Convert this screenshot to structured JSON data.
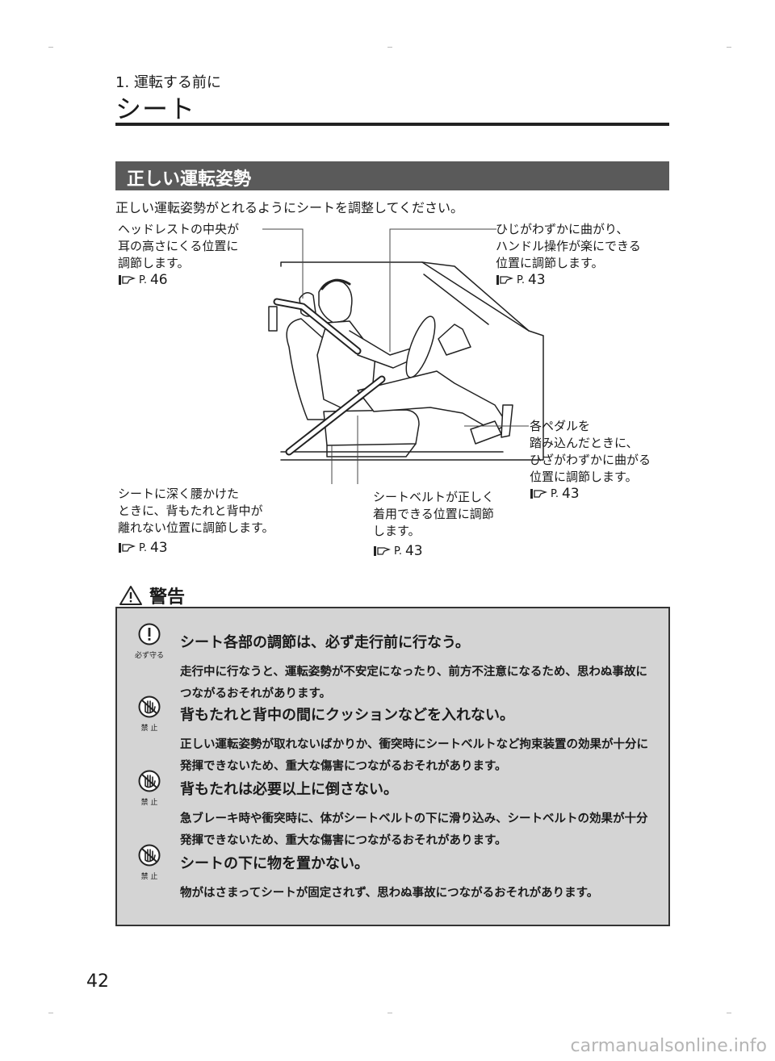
{
  "header": {
    "section": "1. 運転する前に",
    "title": "シート"
  },
  "banner": "正しい運転姿勢",
  "intro": "正しい運転姿勢がとれるようにシートを調整してください。",
  "callouts": {
    "headrest": {
      "text": "ヘッドレストの中央が\n耳の高さにくる位置に\n調節します。",
      "ref_p": "P.",
      "ref_num": "46"
    },
    "elbow": {
      "text": "ひじがわずかに曲がり、\nハンドル操作が楽にできる\n位置に調節します。",
      "ref_p": "P.",
      "ref_num": "43"
    },
    "pedal": {
      "text": "各ペダルを\n踏み込んだときに、\nひざがわずかに曲がる\n位置に調節します。",
      "ref_p": "P.",
      "ref_num": "43"
    },
    "back": {
      "text": "シートに深く腰かけた\nときに、背もたれと背中が\n離れない位置に調節します。",
      "ref_p": "P.",
      "ref_num": "43"
    },
    "belt": {
      "text": "シートベルトが正しく\n着用できる位置に調節\nします。",
      "ref_p": "P.",
      "ref_num": "43"
    }
  },
  "warning": {
    "title": "警告",
    "items": [
      {
        "icon": "exclamation-icon",
        "caption": "必ず守る",
        "head": "シート各部の調節は、必ず走行前に行なう。",
        "body": "走行中に行なうと、運転姿勢が不安定になったり、前方不注意になるため、思わぬ事故につながるおそれがあります。"
      },
      {
        "icon": "prohibition-hand-icon",
        "caption": "禁 止",
        "head": "背もたれと背中の間にクッションなどを入れない。",
        "body": "正しい運転姿勢が取れないばかりか、衝突時にシートベルトなど拘束装置の効果が十分に発揮できないため、重大な傷害につながるおそれがあります。"
      },
      {
        "icon": "prohibition-hand-icon",
        "caption": "禁 止",
        "head": "背もたれは必要以上に倒さない。",
        "body": "急ブレーキ時や衝突時に、体がシートベルトの下に滑り込み、シートベルトの効果が十分発揮できないため、重大な傷害につながるおそれがあります。"
      },
      {
        "icon": "prohibition-hand-icon",
        "caption": "禁 止",
        "head": "シートの下に物を置かない。",
        "body": "物がはさまってシートが固定されず、思わぬ事故につながるおそれがあります。"
      }
    ]
  },
  "page_number": "42",
  "watermark": "carmanualsonline.info",
  "colors": {
    "banner": "#5a5a5a",
    "warning_box": "#d4d4d4",
    "text": "#1a1a1a"
  }
}
